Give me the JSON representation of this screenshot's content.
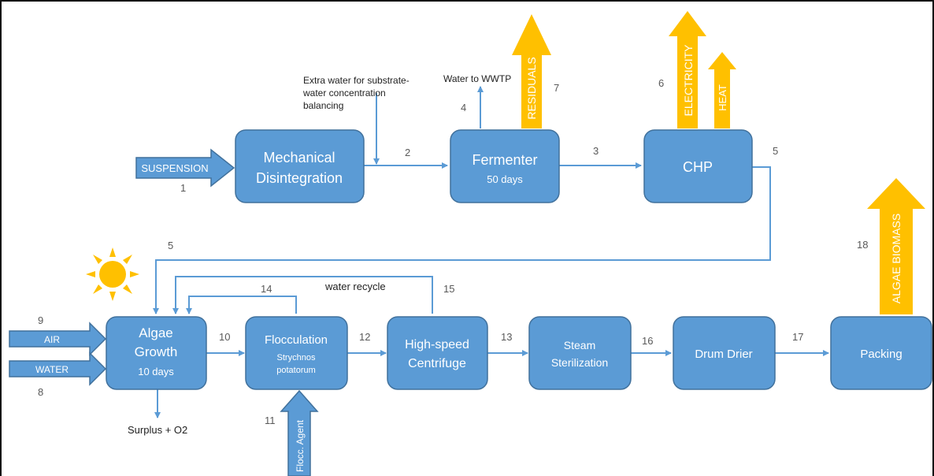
{
  "colors": {
    "box": "#5b9bd5",
    "box_border": "#41719c",
    "orange": "#ffc000",
    "sun": "#ffc000",
    "line": "#5b9bd5"
  },
  "icons": {
    "sun": "sun-icon"
  },
  "processes": {
    "mechanical": {
      "line1": "Mechanical",
      "line2": "Disintegration"
    },
    "fermenter": {
      "title": "Fermenter",
      "sub": "50 days"
    },
    "chp": {
      "title": "CHP"
    },
    "algae": {
      "line1": "Algae",
      "line2": "Growth",
      "sub": "10 days"
    },
    "flocculation": {
      "title": "Flocculation",
      "sub1": "Strychnos",
      "sub2": "potatorum"
    },
    "centrifuge": {
      "line1": "High-speed",
      "line2": "Centrifuge"
    },
    "sterilization": {
      "line1": "Steam",
      "line2": "Sterilization"
    },
    "drum": {
      "title": "Drum Drier"
    },
    "packing": {
      "title": "Packing"
    }
  },
  "inputs": {
    "suspension": "SUSPENSION",
    "air": "AIR",
    "water": "WATER",
    "flocc": "Flocc. Agent"
  },
  "outputs": {
    "residuals": "RESIDUALS",
    "electricity": "ELECTRICITY",
    "heat": "HEAT",
    "biomass": "ALGAE BIOMASS"
  },
  "labels": {
    "extra_water_1": "Extra water for substrate-",
    "extra_water_2": "water concentration",
    "extra_water_3": "balancing",
    "water_wwtp": "Water to WWTP",
    "water_recycle": "water recycle",
    "surplus": "Surplus + O2"
  },
  "streams": {
    "s1": "1",
    "s2": "2",
    "s3": "3",
    "s4": "4",
    "s5a": "5",
    "s5b": "5",
    "s6": "6",
    "s7": "7",
    "s8": "8",
    "s9": "9",
    "s10": "10",
    "s11": "11",
    "s12": "12",
    "s13": "13",
    "s14": "14",
    "s15": "15",
    "s16": "16",
    "s17": "17",
    "s18": "18"
  }
}
